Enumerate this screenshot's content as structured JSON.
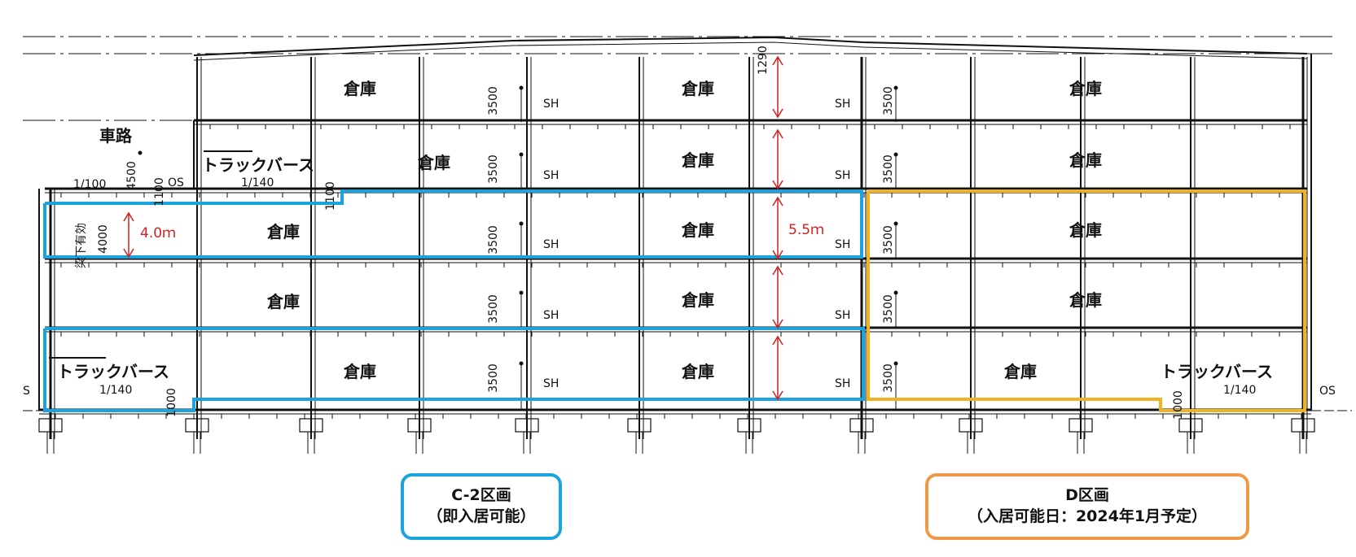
{
  "drawing": {
    "room_label": "倉庫",
    "shutter_label": "SH",
    "truck_berth_label": "トラックバース",
    "road_label": "車路",
    "beam_clearance_label": "梁下有効",
    "floor_height_dim": "3500",
    "top_height_dim": "1290",
    "ramp_height_dim": "4500",
    "step_dim": "1100",
    "clear_dim": "4000",
    "ground_step_dim": "1000",
    "slope_1": "1/100",
    "slope_2": "1/140",
    "os_mark": "OS",
    "s_mark": "S",
    "clear_height_4": "4.0ｍ",
    "clear_height_55": "5.5ｍ"
  },
  "legend": {
    "c2": {
      "title": "C-2区画",
      "subtitle": "（即入居可能）"
    },
    "d": {
      "title": "D区画",
      "subtitle": "（入居可能日：2024年1月予定）"
    }
  },
  "colors": {
    "c2_outline": "#1aa3dd",
    "d_outline": "#f0b323",
    "d_legend_border": "#ef9a47",
    "dimension_arrow": "#d02020"
  }
}
